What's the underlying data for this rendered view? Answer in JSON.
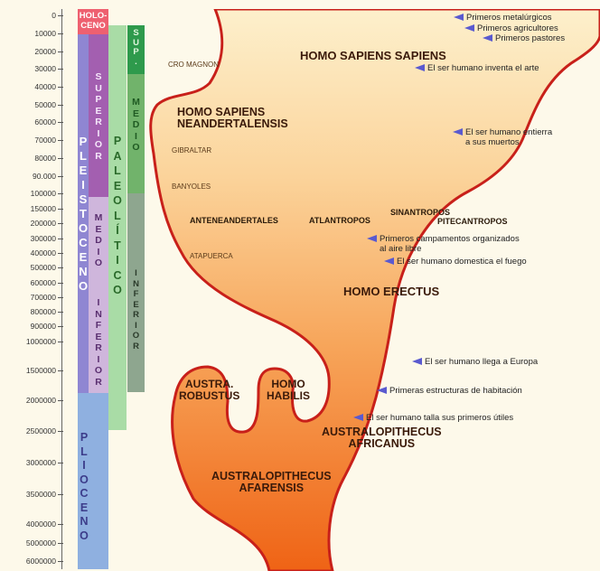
{
  "time_axis": {
    "ticks": [
      "0",
      "10000",
      "20000",
      "30000",
      "40000",
      "50000",
      "60000",
      "70000",
      "80000",
      "90.000",
      "100000",
      "150000",
      "200000",
      "300000",
      "400000",
      "500000",
      "600000",
      "700000",
      "800000",
      "900000",
      "1000000",
      "1500000",
      "2000000",
      "2500000",
      "3000000",
      "3500000",
      "4000000",
      "5000000",
      "6000000"
    ]
  },
  "epochs": {
    "holoceno": [
      "HOLO-",
      "CENO"
    ],
    "pleistoceno": "PLEISTOCENO",
    "superior": "SUPERIOR",
    "medio": "MEDIO",
    "inferior": "INFERIOR",
    "plioceno": "PLIOCENO"
  },
  "periods": {
    "paleolitico": "PALEOLÍTICO",
    "sup": "SUP.",
    "medio": "MEDIO",
    "inferior": "INFERIOR"
  },
  "species": {
    "homo_sapiens_sapiens": "HOMO SAPIENS SAPIENS",
    "homo_sapiens_neandertalensis": [
      "HOMO SAPIENS",
      "NEANDERTALENSIS"
    ],
    "anteneandertales": "ANTENEANDERTALES",
    "atlantropos": "ATLANTROPOS",
    "sinantropos": "SINANTROPOS",
    "pitecantropos": "PITECANTROPOS",
    "homo_erectus": "HOMO ERECTUS",
    "austra_robustus": [
      "AUSTRA.",
      "ROBUSTUS"
    ],
    "homo_habilis": [
      "HOMO",
      "HABILIS"
    ],
    "australopithecus_africanus": [
      "AUSTRALOPITHECUS",
      "AFRICANUS"
    ],
    "australopithecus_afarensis": [
      "AUSTRALOPITHECUS",
      "AFARENSIS"
    ]
  },
  "sites": {
    "cro_magnon": "CRO MAGNON",
    "gibraltar": "GIBRALTAR",
    "banyoles": "BANYOLES",
    "atapuerca": "ATAPUERCA"
  },
  "events": {
    "metalurgicos": "Primeros metalúrgicos",
    "agricultores": "Primeros agricultores",
    "pastores": "Primeros pastores",
    "arte": "El ser humano inventa el arte",
    "entierra": [
      "El ser humano entierra",
      "a sus muertos"
    ],
    "campamentos": [
      "Primeros campamentos organizados",
      "al aire libre"
    ],
    "fuego": "El ser humano domestica el fuego",
    "europa": "El ser humano llega a Europa",
    "habitacion": "Primeras estructuras de habitación",
    "utiles": "El ser humano talla sus primeros útiles"
  },
  "colors": {
    "background": "#fdf9ea",
    "holoceno": "#ee6070",
    "pleistoceno": "#8f86d2",
    "superior": "#a35fb0",
    "medio_inferior": "#cfb6dc",
    "plioceno": "#8fb0e0",
    "paleolitico": "#a9dca6",
    "sup": "#2e9a4c",
    "medio": "#71b36b",
    "inferior": "#8ea68f",
    "tree_top": "#fde3b4",
    "tree_bottom": "#f06818",
    "tree_outline": "#c8201a",
    "arrow": "#5a5acf"
  }
}
